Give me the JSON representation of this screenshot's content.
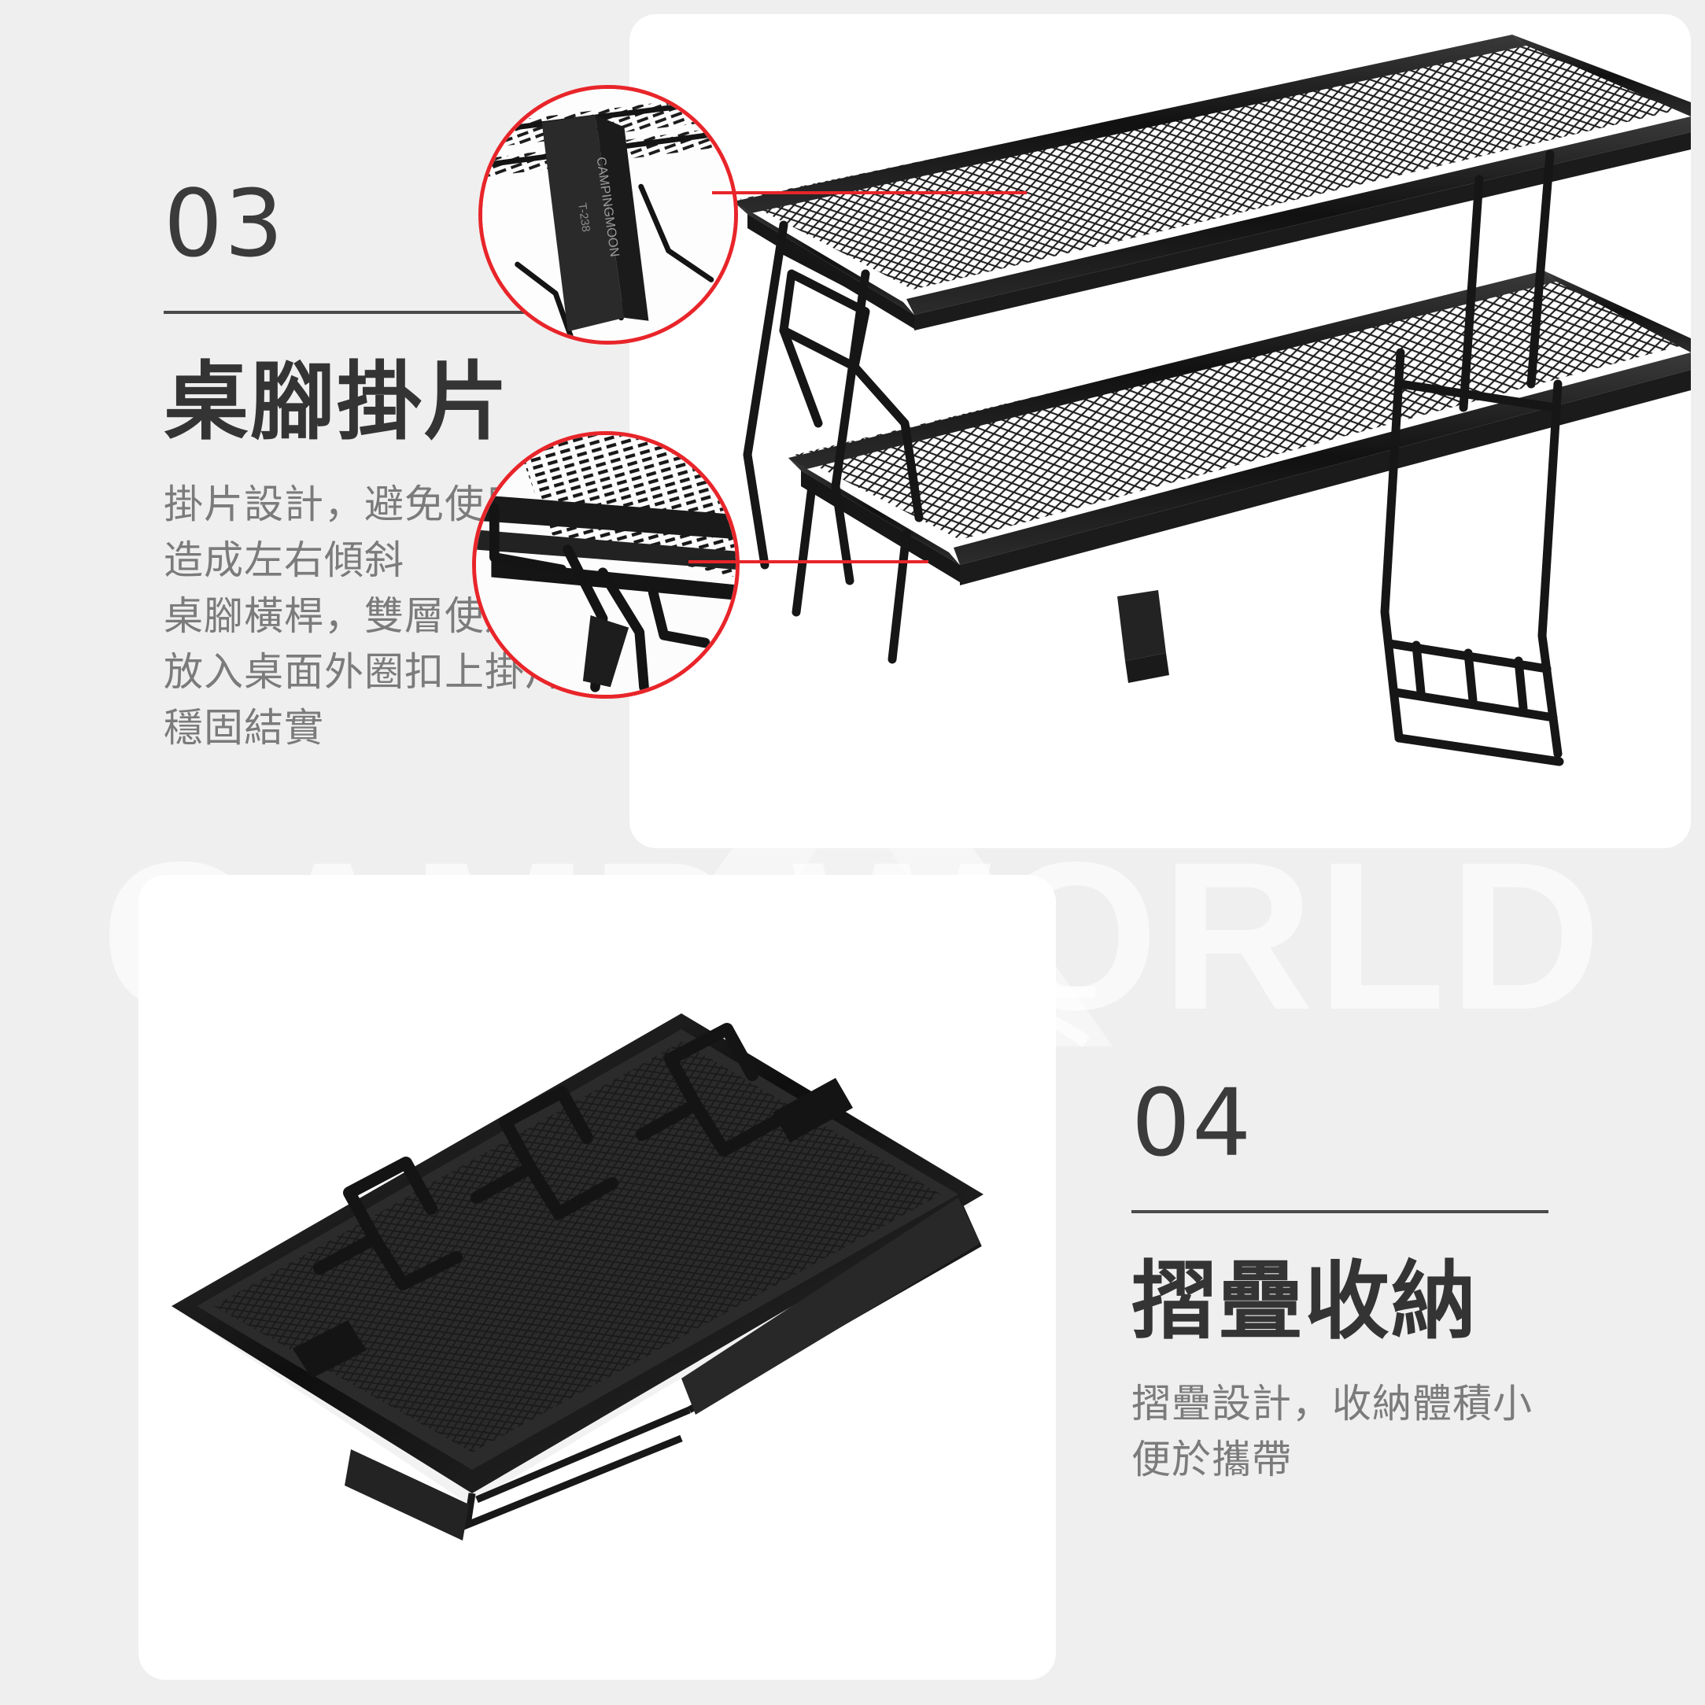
{
  "background": {
    "base_color": "#efefef",
    "panel_color": "#ffffff",
    "accent_color": "#e8252a",
    "heading_color": "#343434",
    "body_color": "#7b7b7b"
  },
  "watermark": {
    "brand_en": "CAMP WORLD",
    "brand_zh": "露營天下"
  },
  "sections": [
    {
      "number": "03",
      "headline": "桌腳掛片",
      "desc_lines": [
        "掛片設計，避免使用時",
        "造成左右傾斜",
        "桌腳橫桿，雙層使用時",
        "放入桌面外圈扣上掛片",
        "穩固結實"
      ]
    },
    {
      "number": "04",
      "headline": "摺疊收納",
      "desc_lines": [
        "摺疊設計，收納體積小",
        "便於攜帶"
      ]
    }
  ],
  "product": {
    "tag_brand": "CAMPINGMOON",
    "tag_model": "T-238",
    "top_photo_alt": "雙層網架桌展開",
    "bottom_photo_alt": "摺疊收納後的網桌"
  }
}
